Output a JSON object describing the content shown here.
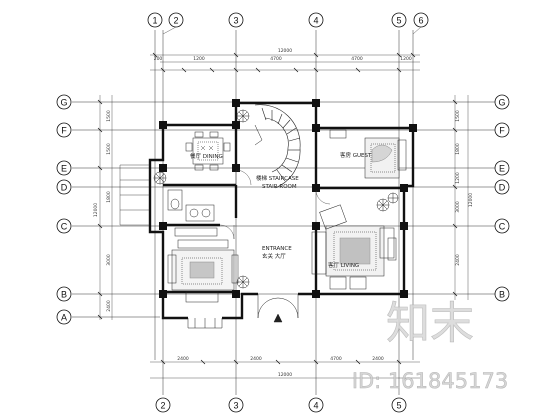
{
  "axes": {
    "top": [
      "1",
      "2",
      "3",
      "4",
      "5",
      "6"
    ],
    "bottom": [
      "2",
      "3",
      "4",
      "5"
    ],
    "rows": [
      "G",
      "F",
      "E",
      "D",
      "C",
      "B",
      "A"
    ]
  },
  "dimensions": {
    "top_total": "12000",
    "top_segments": [
      "200",
      "1200",
      "4700",
      "4700",
      "1200"
    ],
    "bottom_segments": [
      "2400",
      "2400",
      "4700",
      "2400"
    ],
    "bottom_total": "12000",
    "left_total": "12000",
    "right_total": "12000",
    "left_segments": [
      "1500",
      "1500",
      "1800",
      "3000",
      "2400"
    ],
    "right_segments": [
      "1500",
      "1800",
      "1200",
      "3000",
      "2400"
    ]
  },
  "rooms": {
    "dining": "餐厅 DINING",
    "stair": "楼梯 STAIRCASE",
    "stair_sub": "STAIR ROOM",
    "guest": "客房 GUEST",
    "entrance": "ENTRANCE",
    "entrance_sub": "玄关 大厅",
    "living": "客厅 LIVING"
  },
  "watermark": {
    "logo_text": "知末",
    "id_text": "ID: 161845173"
  }
}
